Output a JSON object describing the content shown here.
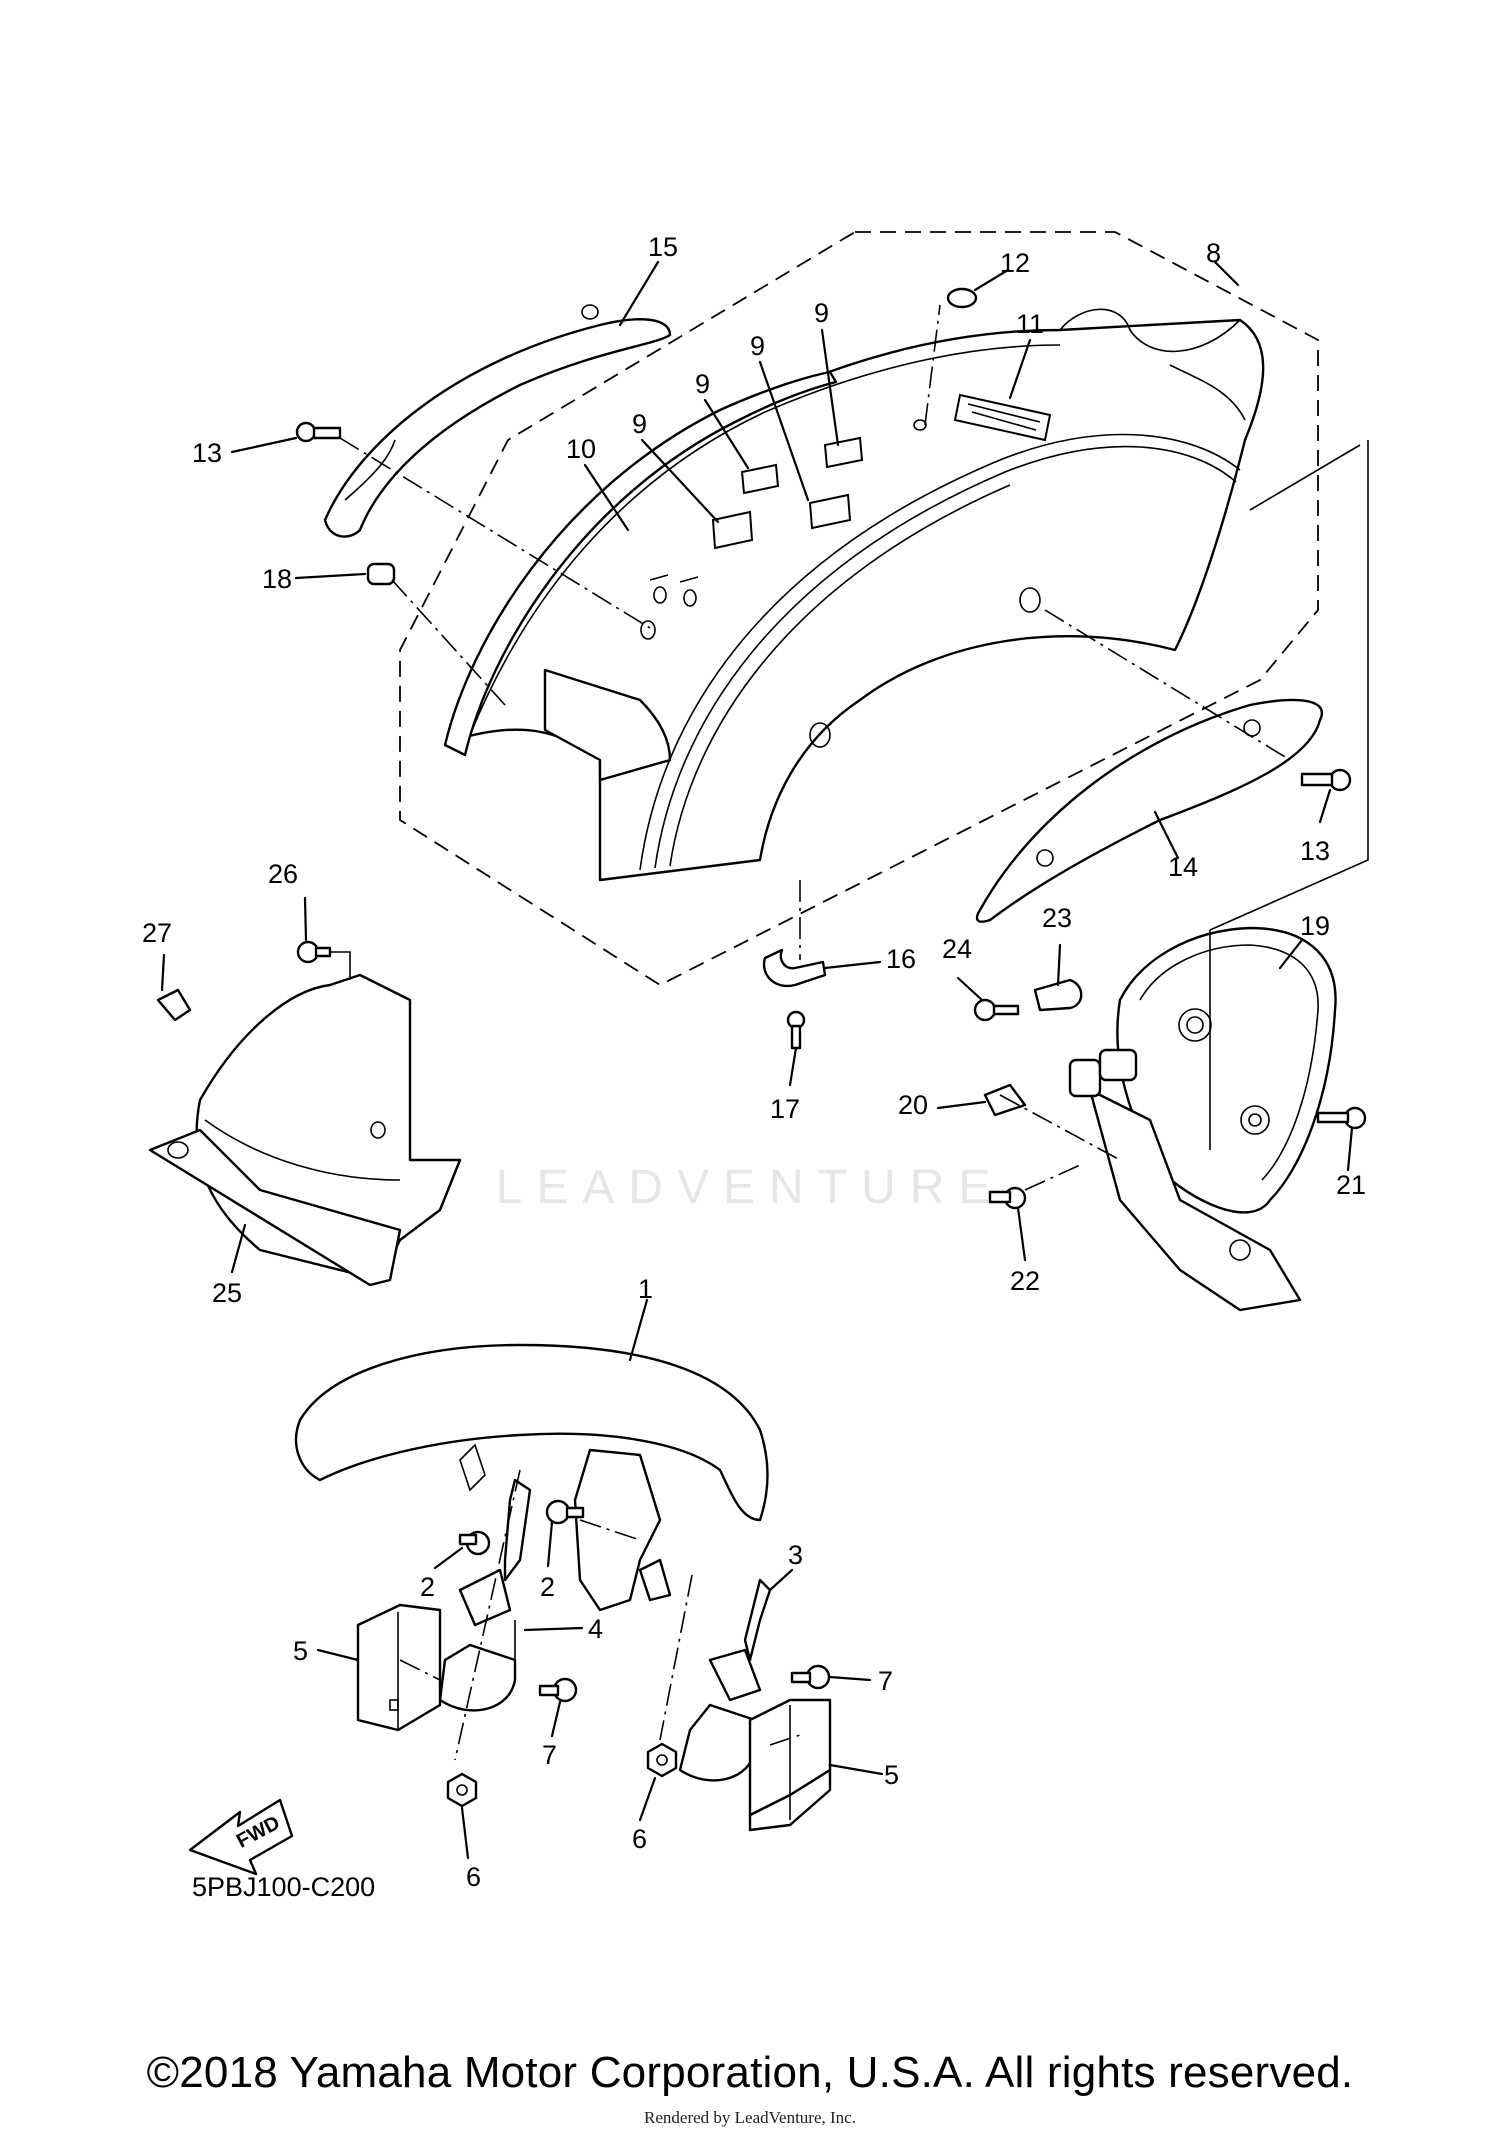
{
  "diagram": {
    "drawing_code": "5PBJ100-C200",
    "fwd_label": "FWD",
    "watermark": "LEADVENTURE",
    "copyright": "©2018 Yamaha Motor Corporation, U.S.A. All rights reserved.",
    "rendered_by": "Rendered by LeadVenture, Inc.",
    "callouts": [
      "1",
      "2",
      "2",
      "3",
      "4",
      "5",
      "5",
      "6",
      "6",
      "7",
      "7",
      "8",
      "9",
      "9",
      "9",
      "9",
      "10",
      "11",
      "12",
      "13",
      "13",
      "14",
      "15",
      "16",
      "17",
      "18",
      "19",
      "20",
      "21",
      "22",
      "23",
      "24",
      "25",
      "26",
      "27"
    ]
  }
}
